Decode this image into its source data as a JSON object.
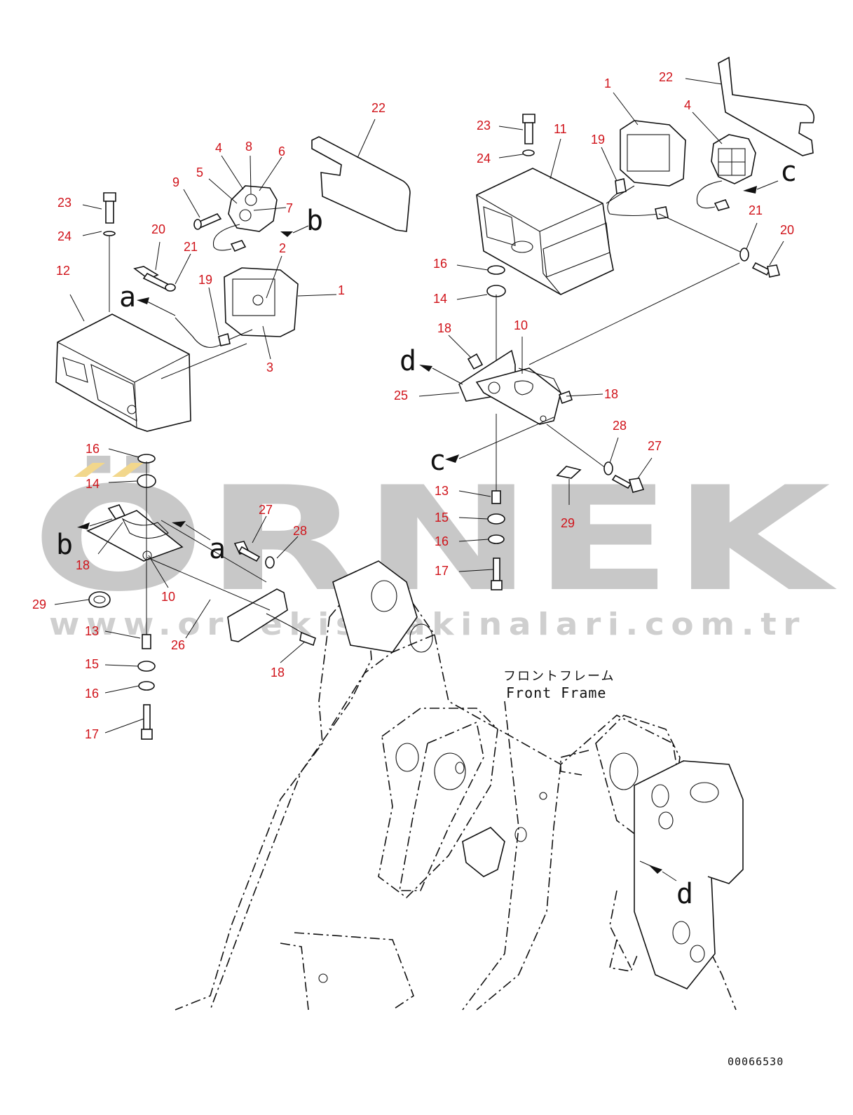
{
  "watermark": {
    "brand": "ÖRNEK",
    "url": "www.ornekismakinalari.com.tr",
    "color": "#c8c8c8"
  },
  "frame_caption": {
    "japanese": "フロントフレーム",
    "english": "Front Frame"
  },
  "drawing_number": "00066530",
  "label_color": "#d0131a",
  "view_markers": [
    {
      "id": "a1",
      "text": "a"
    },
    {
      "id": "a2",
      "text": "a"
    },
    {
      "id": "b1",
      "text": "b"
    },
    {
      "id": "b2",
      "text": "b"
    },
    {
      "id": "c1",
      "text": "c"
    },
    {
      "id": "c2",
      "text": "c"
    },
    {
      "id": "d1",
      "text": "d"
    },
    {
      "id": "d2",
      "text": "d"
    }
  ],
  "callouts_left": [
    {
      "n": "22"
    },
    {
      "n": "4"
    },
    {
      "n": "8"
    },
    {
      "n": "6"
    },
    {
      "n": "5"
    },
    {
      "n": "9"
    },
    {
      "n": "7"
    },
    {
      "n": "23"
    },
    {
      "n": "2"
    },
    {
      "n": "20"
    },
    {
      "n": "24"
    },
    {
      "n": "21"
    },
    {
      "n": "12"
    },
    {
      "n": "19"
    },
    {
      "n": "1"
    },
    {
      "n": "3"
    },
    {
      "n": "16"
    },
    {
      "n": "14"
    },
    {
      "n": "27"
    },
    {
      "n": "28"
    },
    {
      "n": "18"
    },
    {
      "n": "10"
    },
    {
      "n": "29"
    },
    {
      "n": "13"
    },
    {
      "n": "26"
    },
    {
      "n": "18"
    },
    {
      "n": "15"
    },
    {
      "n": "16"
    },
    {
      "n": "17"
    }
  ],
  "callouts_right": [
    {
      "n": "22"
    },
    {
      "n": "1"
    },
    {
      "n": "4"
    },
    {
      "n": "23"
    },
    {
      "n": "11"
    },
    {
      "n": "19"
    },
    {
      "n": "24"
    },
    {
      "n": "21"
    },
    {
      "n": "20"
    },
    {
      "n": "16"
    },
    {
      "n": "14"
    },
    {
      "n": "18"
    },
    {
      "n": "10"
    },
    {
      "n": "25"
    },
    {
      "n": "18"
    },
    {
      "n": "28"
    },
    {
      "n": "27"
    },
    {
      "n": "13"
    },
    {
      "n": "15"
    },
    {
      "n": "29"
    },
    {
      "n": "16"
    },
    {
      "n": "17"
    }
  ]
}
